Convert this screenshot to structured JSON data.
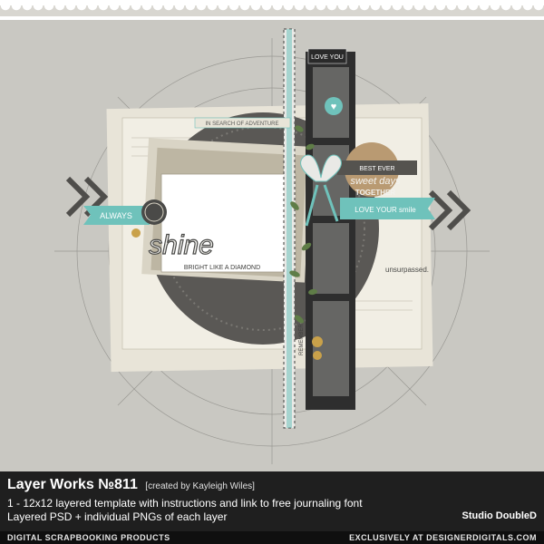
{
  "layout_art": {
    "love_you_label": "LOVE YOU",
    "in_search_label": "IN SEARCH OF ADVENTURE",
    "always_label": "ALWAYS",
    "shine_label": "shine",
    "bright_label": "BRIGHT LIKE A DIAMOND",
    "best_ever_label": "BEST EVER",
    "sweet_days_label": "sweet days",
    "together_label": "TOGETHER",
    "love_smile_label": "LOVE YOUR smile",
    "unsurpassed_label": "unsurpassed.",
    "remember_label": "REMEMBER",
    "accent_color": "#6fc2bb",
    "dark_color": "#4a4a4a"
  },
  "product": {
    "title": "Layer Works №811",
    "credit": "[created by Kayleigh Wiles]",
    "line1": "1 - 12x12 layered template with instructions and link to free journaling font",
    "line2": "Layered PSD + individual PNGs of each layer",
    "studio": "Studio DoubleD"
  },
  "footer": {
    "left": "DIGITAL SCRAPBOOKING PRODUCTS",
    "right": "EXCLUSIVELY AT DESIGNERDIGITALS.COM"
  }
}
